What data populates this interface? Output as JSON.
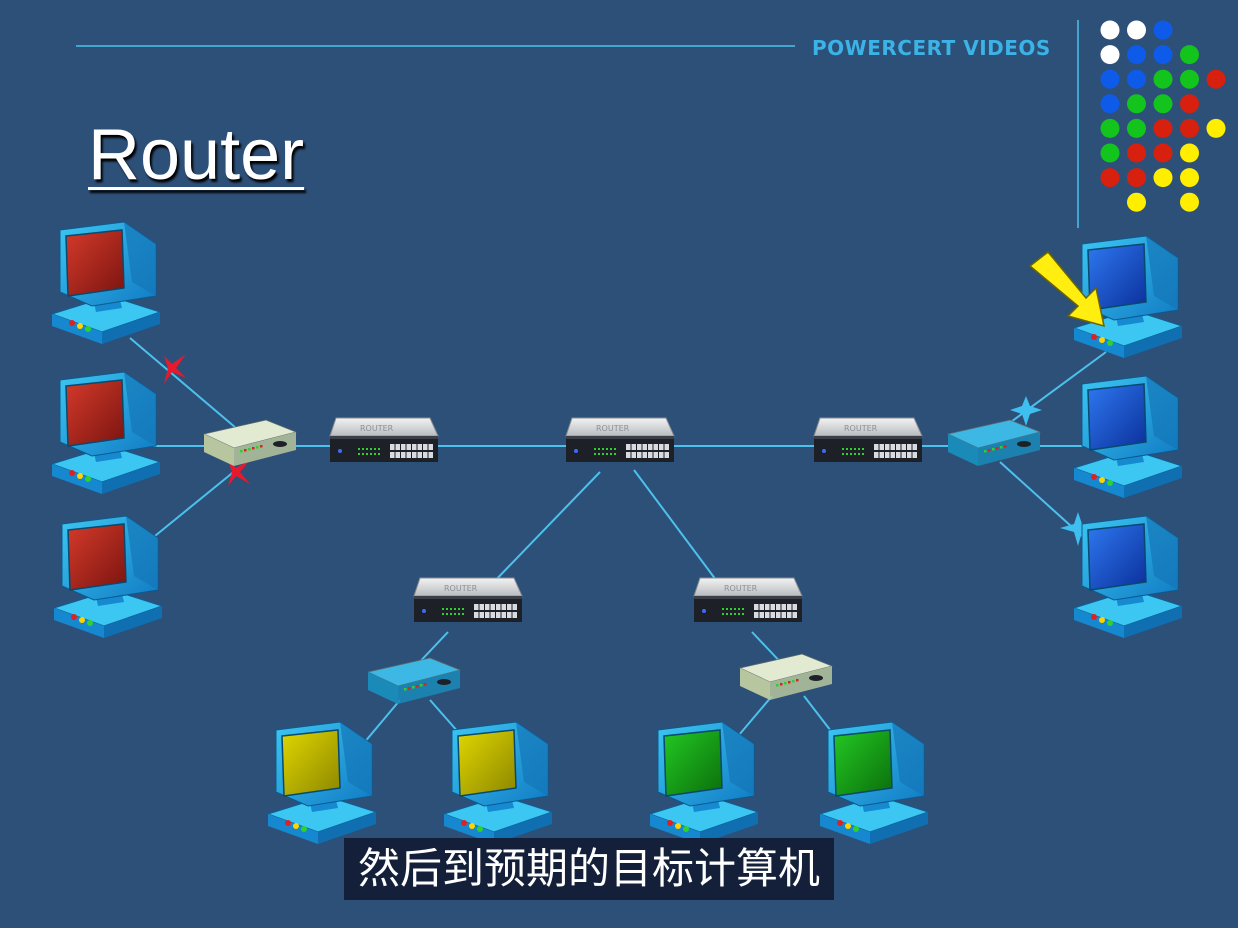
{
  "header": {
    "title": "Router",
    "brand": "POWERCERT VIDEOS"
  },
  "caption": "然后到预期的目标计算机",
  "device_label": "ROUTER",
  "colors": {
    "background": "#2d5079",
    "line": "#4cc1ec",
    "brand": "#3bb3e6",
    "screen_red": "#b3261e",
    "screen_blue": "#1f5fd6",
    "screen_yellow": "#c8c000",
    "screen_green": "#1aa51a",
    "dot_white": "#ffffff",
    "dot_blue": "#0d5be8",
    "dot_green": "#13c41d",
    "dot_red": "#d8200e",
    "dot_yellow": "#ffee00",
    "arrow": "#ffee10"
  },
  "dots": [
    [
      "white",
      "white",
      "blue"
    ],
    [
      "white",
      "blue",
      "blue",
      "green"
    ],
    [
      "blue",
      "blue",
      "green",
      "green",
      "red"
    ],
    [
      "blue",
      "green",
      "green",
      "red"
    ],
    [
      "green",
      "green",
      "red",
      "red",
      "yellow"
    ],
    [
      "green",
      "red",
      "red",
      "yellow"
    ],
    [
      "red",
      "red",
      "yellow",
      "yellow"
    ],
    [
      "",
      "yellow",
      "",
      "yellow"
    ]
  ]
}
